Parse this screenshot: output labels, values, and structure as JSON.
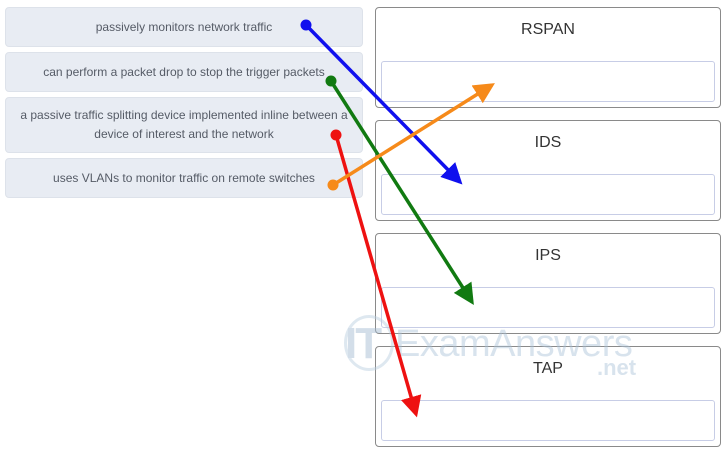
{
  "items": [
    {
      "label": "passively monitors network traffic"
    },
    {
      "label": "can perform a packet drop to stop the trigger packets"
    },
    {
      "label": "a passive traffic splitting device implemented inline between a device of interest and the network"
    },
    {
      "label": "uses VLANs to monitor traffic on remote switches"
    }
  ],
  "targets": [
    {
      "title": "RSPAN"
    },
    {
      "title": "IDS"
    },
    {
      "title": "IPS"
    },
    {
      "title": "TAP"
    }
  ],
  "watermark": {
    "brand": "ExamAnswers",
    "initials": "IT",
    "suffix": ".net"
  },
  "arrow_colors": {
    "blue": "#1010ee",
    "green": "#117a11",
    "red": "#ee1111",
    "orange": "#f68a1a"
  }
}
